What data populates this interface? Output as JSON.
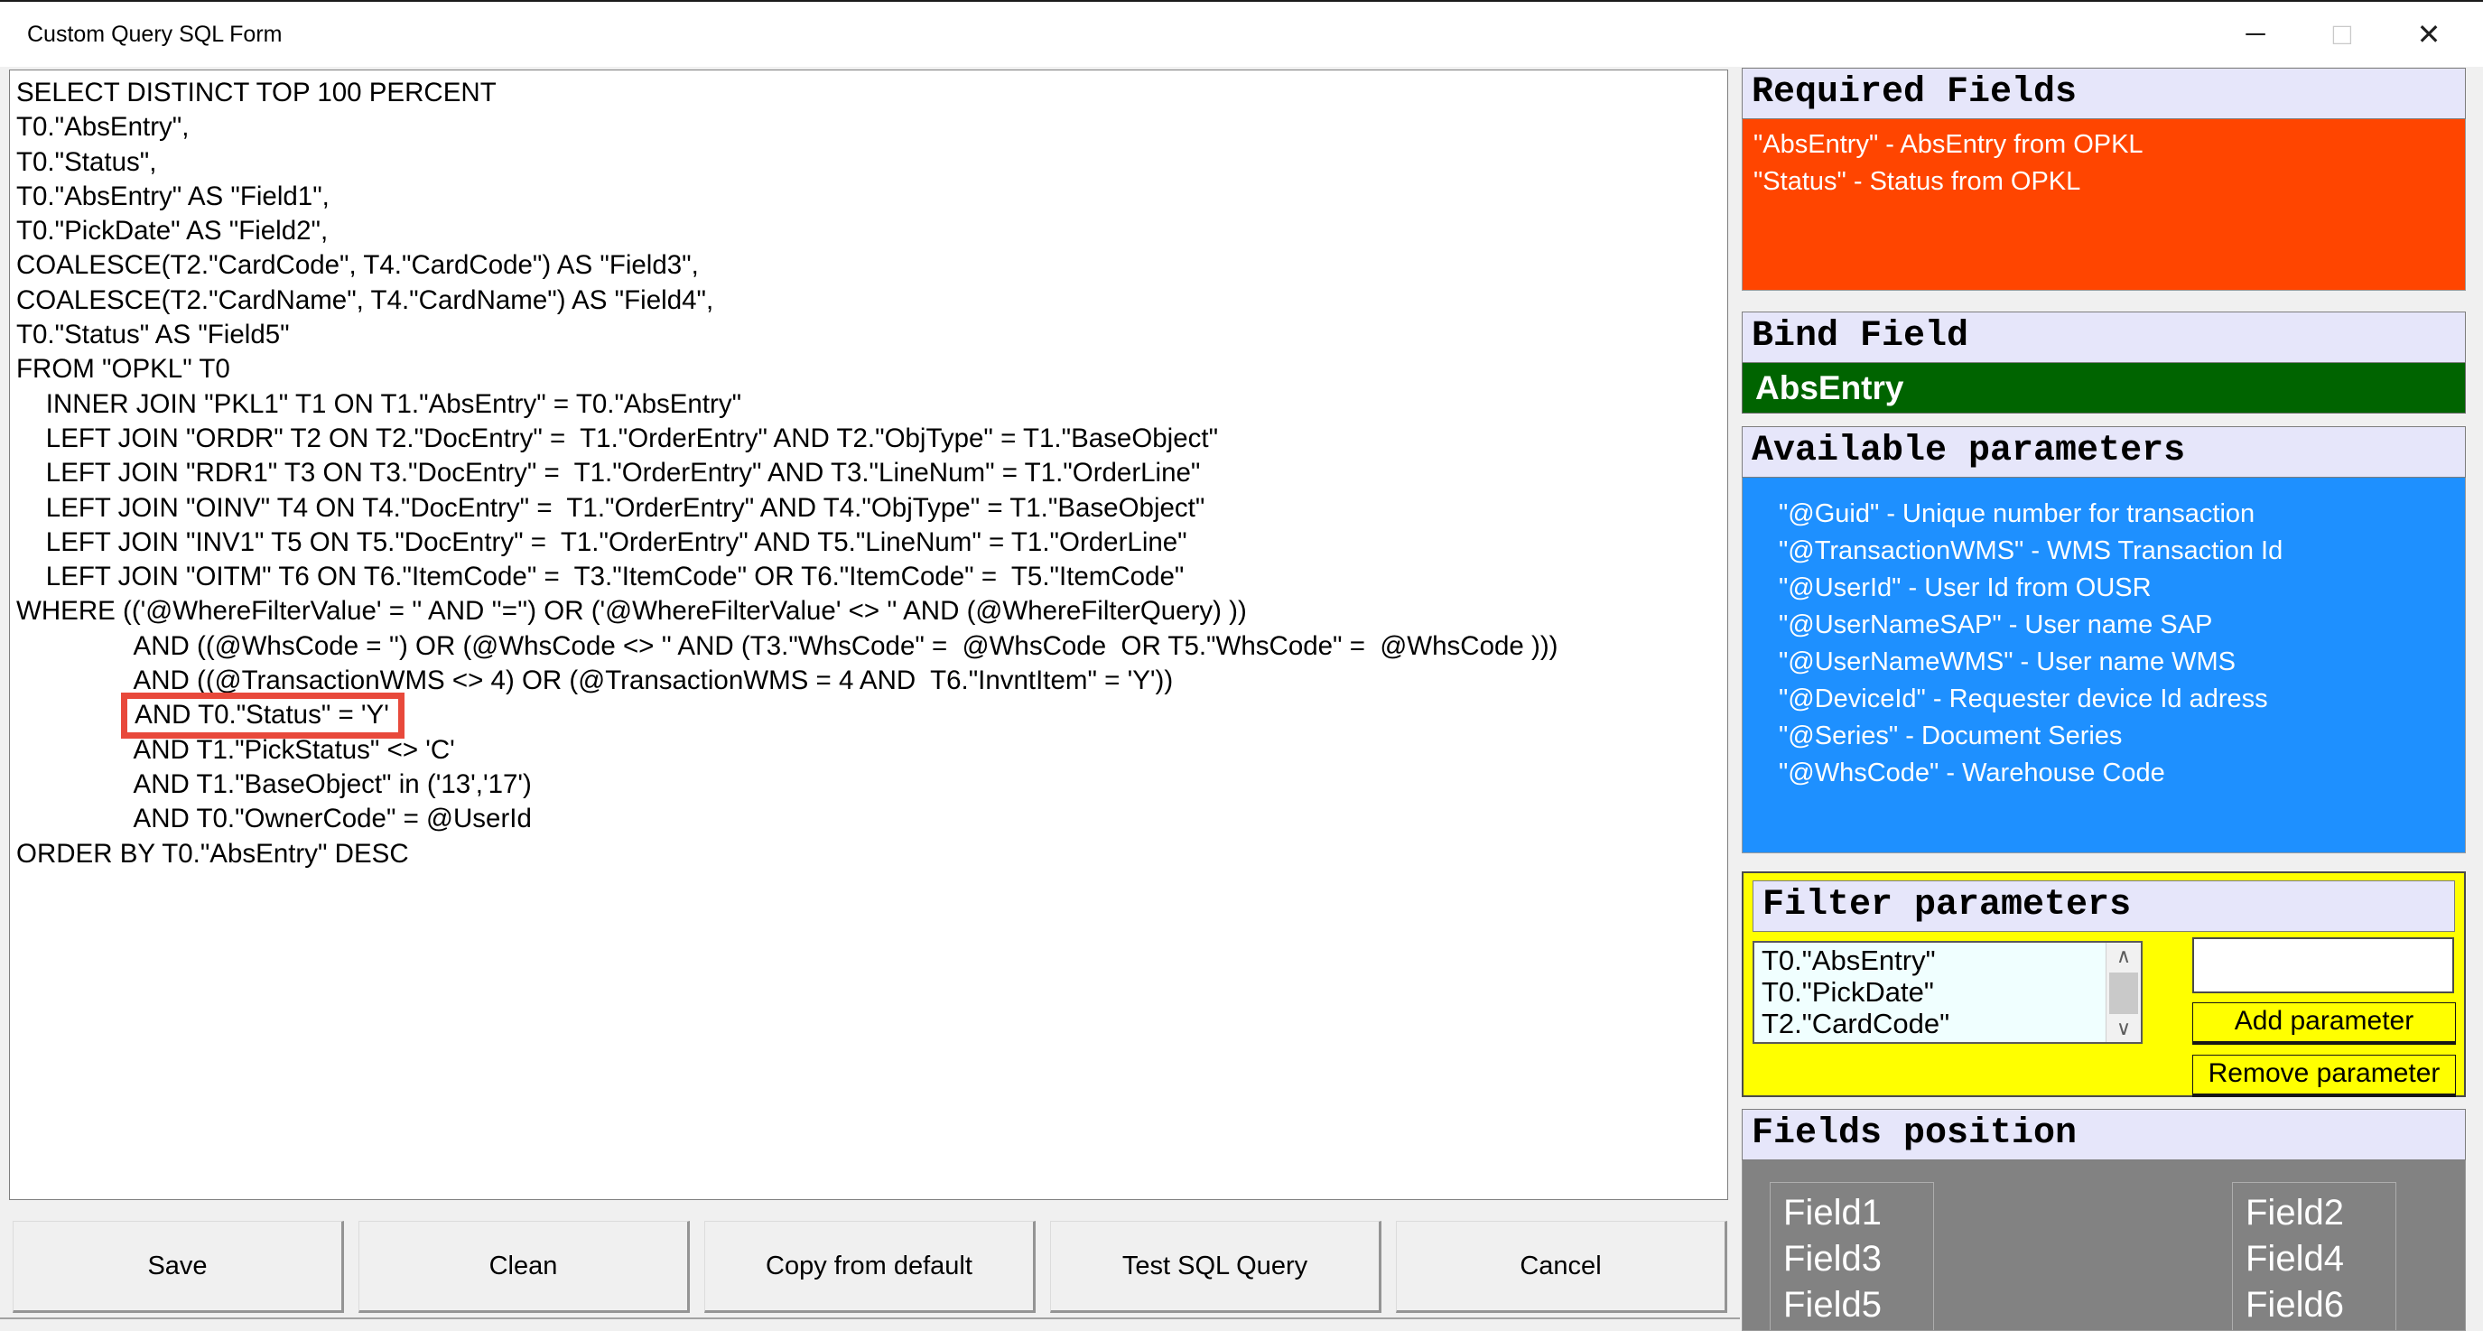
{
  "colors": {
    "required_bg": "#FF4500",
    "bind_bg": "#006400",
    "params_bg": "#1E90FF",
    "filter_bg": "#FFFF00",
    "fields_bg": "#828282",
    "section_header_bg": "#E6E6FA",
    "highlight_box": "#E8493B"
  },
  "window": {
    "title": "Custom Query SQL Form",
    "controls": {
      "minimize_glyph": "─",
      "maximize_glyph": "□",
      "close_glyph": "✕"
    }
  },
  "sql_editor": {
    "highlight_line_index": 18,
    "lines": [
      "SELECT DISTINCT TOP 100 PERCENT",
      "T0.\"AbsEntry\",",
      "T0.\"Status\",",
      "T0.\"AbsEntry\" AS \"Field1\",",
      "T0.\"PickDate\" AS \"Field2\",",
      "COALESCE(T2.\"CardCode\", T4.\"CardCode\") AS \"Field3\",",
      "COALESCE(T2.\"CardName\", T4.\"CardName\") AS \"Field4\",",
      "T0.\"Status\" AS \"Field5\"",
      "FROM \"OPKL\" T0",
      "    INNER JOIN \"PKL1\" T1 ON T1.\"AbsEntry\" = T0.\"AbsEntry\"",
      "    LEFT JOIN \"ORDR\" T2 ON T2.\"DocEntry\" =  T1.\"OrderEntry\" AND T2.\"ObjType\" = T1.\"BaseObject\"",
      "    LEFT JOIN \"RDR1\" T3 ON T3.\"DocEntry\" =  T1.\"OrderEntry\" AND T3.\"LineNum\" = T1.\"OrderLine\"",
      "    LEFT JOIN \"OINV\" T4 ON T4.\"DocEntry\" =  T1.\"OrderEntry\" AND T4.\"ObjType\" = T1.\"BaseObject\"",
      "    LEFT JOIN \"INV1\" T5 ON T5.\"DocEntry\" =  T1.\"OrderEntry\" AND T5.\"LineNum\" = T1.\"OrderLine\"",
      "    LEFT JOIN \"OITM\" T6 ON T6.\"ItemCode\" =  T3.\"ItemCode\" OR T6.\"ItemCode\" =  T5.\"ItemCode\"",
      "WHERE (('@WhereFilterValue' = '' AND ''='') OR ('@WhereFilterValue' <> '' AND (@WhereFilterQuery) ))",
      "                AND ((@WhsCode = '') OR (@WhsCode <> '' AND (T3.\"WhsCode\" =  @WhsCode  OR T5.\"WhsCode\" =  @WhsCode )))",
      "                AND ((@TransactionWMS <> 4) OR (@TransactionWMS = 4 AND  T6.\"InvntItem\" = 'Y'))",
      "                AND T0.\"Status\" = 'Y'",
      "                AND T1.\"PickStatus\" <> 'C'",
      "                AND T1.\"BaseObject\" in ('13','17')",
      "                AND T0.\"OwnerCode\" = @UserId",
      "ORDER BY T0.\"AbsEntry\" DESC"
    ]
  },
  "required_fields": {
    "header": "Required Fields",
    "items": [
      "\"AbsEntry\" - AbsEntry from OPKL",
      "\"Status\" - Status from OPKL"
    ]
  },
  "bind_field": {
    "header": "Bind Field",
    "value": "AbsEntry"
  },
  "available_parameters": {
    "header": "Available parameters",
    "items": [
      "\"@Guid\" - Unique number for transaction",
      "\"@TransactionWMS\" - WMS Transaction Id",
      "\"@UserId\" - User Id from OUSR",
      "\"@UserNameSAP\" - User name SAP",
      "\"@UserNameWMS\" - User name WMS",
      "\"@DeviceId\" - Requester device Id adress",
      "\"@Series\" - Document Series",
      "\"@WhsCode\" - Warehouse Code"
    ]
  },
  "filter_parameters": {
    "header": "Filter parameters",
    "items": [
      "T0.\"AbsEntry\"",
      "T0.\"PickDate\"",
      "T2.\"CardCode\""
    ],
    "input_value": "",
    "buttons": {
      "add": "Add parameter",
      "remove": "Remove parameter"
    },
    "scrollbar": {
      "up_glyph": "∧",
      "down_glyph": "∨"
    }
  },
  "fields_position": {
    "header": "Fields position",
    "left_column": [
      "Field1",
      "Field3",
      "Field5"
    ],
    "right_column": [
      "Field2",
      "Field4",
      "Field6"
    ]
  },
  "footer_buttons": [
    "Save",
    "Clean",
    "Copy from default",
    "Test SQL Query",
    "Cancel"
  ]
}
